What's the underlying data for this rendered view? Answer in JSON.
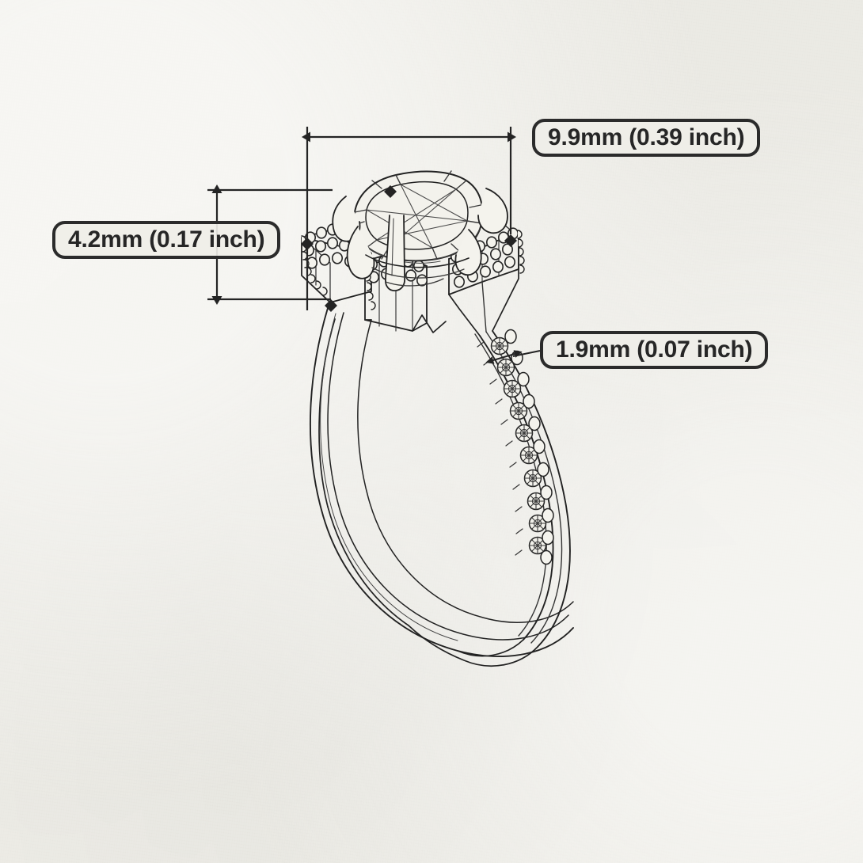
{
  "diagram": {
    "title": "Engagement ring technical dimension illustration",
    "subject": "halo engagement ring with cushion-cut center stone and pave-set band",
    "view": "three-quarter perspective line drawing",
    "background_color": "#efeee8",
    "line_color": "#222222",
    "label_border_color": "#2b2b2b",
    "label_text_color": "#262626"
  },
  "callouts": {
    "width": {
      "text": "9.9mm (0.39 inch)",
      "value_mm": 9.9,
      "value_inch": 0.39,
      "measures": "overall head width",
      "dimension_type": "horizontal",
      "arrow": "double-headed"
    },
    "height": {
      "text": "4.2mm (0.17 inch)",
      "value_mm": 4.2,
      "value_inch": 0.17,
      "measures": "head height",
      "dimension_type": "vertical",
      "arrow": "double-headed"
    },
    "band": {
      "text": "1.9mm (0.07 inch)",
      "value_mm": 1.9,
      "value_inch": 0.07,
      "measures": "band width",
      "dimension_type": "leader",
      "arrow": "double-headed"
    }
  },
  "parts": {
    "center_stone": "cushion-cut center gemstone",
    "prongs": "four claw prongs",
    "halo": "pave-set halo cluster",
    "shank": "tapered split shank band",
    "pave_band": "pave-set diamond band accents"
  }
}
